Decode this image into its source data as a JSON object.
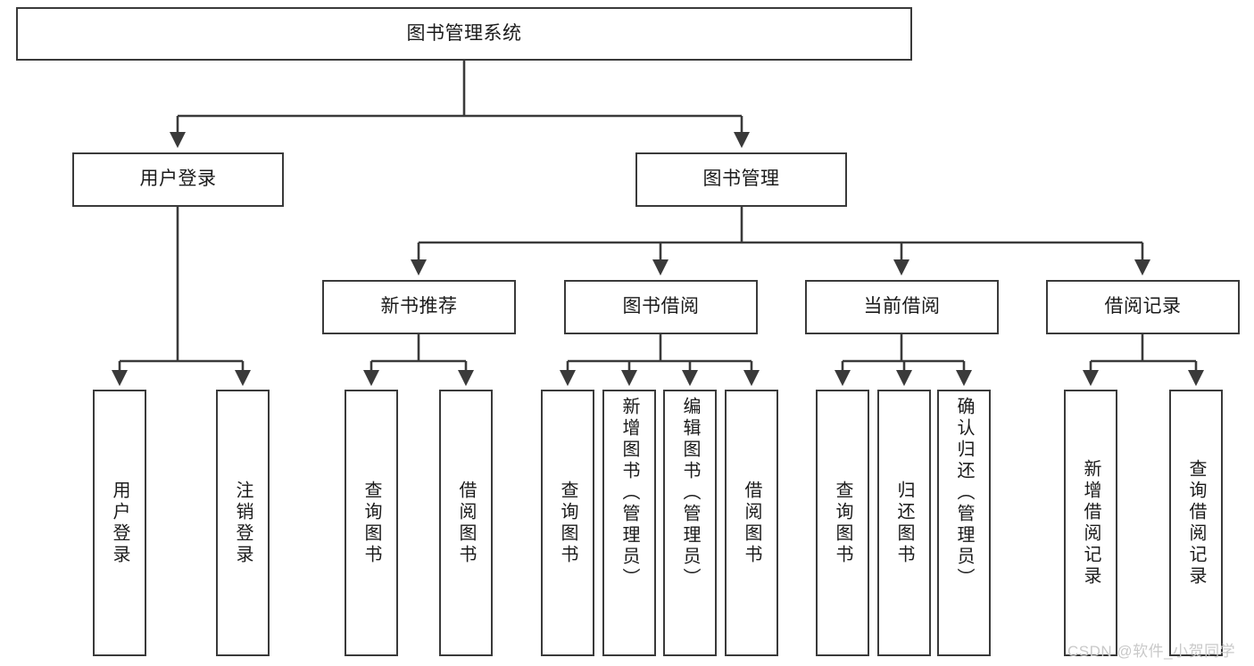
{
  "diagram": {
    "title": "图书管理系统",
    "type": "hierarchy-tree",
    "colors": {
      "stroke": "#3a3a3a",
      "fill": "#ffffff",
      "text": "#1b1b1b",
      "watermark": "#c9c9c9"
    },
    "root": {
      "id": "root",
      "label": "图书管理系统"
    },
    "level2": [
      {
        "id": "user-login",
        "label": "用户登录"
      },
      {
        "id": "book-management",
        "label": "图书管理"
      }
    ],
    "level3": [
      {
        "id": "new-book-recommend",
        "label": "新书推荐"
      },
      {
        "id": "book-borrow",
        "label": "图书借阅"
      },
      {
        "id": "current-borrow",
        "label": "当前借阅"
      },
      {
        "id": "borrow-record",
        "label": "借阅记录"
      }
    ],
    "leaves": {
      "user_login": [
        {
          "id": "leaf-user-login",
          "label": "用户登录"
        },
        {
          "id": "leaf-logout-login",
          "label": "注销登录"
        }
      ],
      "new_book_recommend": [
        {
          "id": "leaf-query-book-1",
          "label": "查询图书"
        },
        {
          "id": "leaf-borrow-book-1",
          "label": "借阅图书"
        }
      ],
      "book_borrow": [
        {
          "id": "leaf-query-book-2",
          "label": "查询图书"
        },
        {
          "id": "leaf-add-book",
          "label": "新增图书（管理员）"
        },
        {
          "id": "leaf-edit-book",
          "label": "编辑图书（管理员）"
        },
        {
          "id": "leaf-borrow-book-2",
          "label": "借阅图书"
        }
      ],
      "current_borrow": [
        {
          "id": "leaf-query-book-3",
          "label": "查询图书"
        },
        {
          "id": "leaf-return-book",
          "label": "归还图书"
        },
        {
          "id": "leaf-confirm-return",
          "label": "确认归还（管理员）"
        }
      ],
      "borrow_record": [
        {
          "id": "leaf-add-record",
          "label": "新增借阅记录"
        },
        {
          "id": "leaf-query-record",
          "label": "查询借阅记录"
        }
      ]
    },
    "watermark": "CSDN @软件_小贺同学"
  }
}
